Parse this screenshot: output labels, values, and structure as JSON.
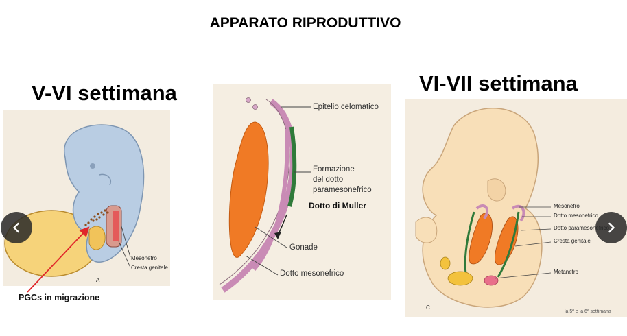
{
  "title": "APPARATO RIPRODUTTIVO",
  "headings": {
    "left": "V-VI settimana",
    "right": "VI-VII settimana"
  },
  "left_figure": {
    "labels": {
      "mesonefro": "Mesonefro",
      "cresta": "Cresta genitale",
      "letter": "A"
    },
    "annotation": "PGCs in migrazione"
  },
  "middle_figure": {
    "labels": {
      "epitelio": "Epitelio celomatico",
      "formazione1": "Formazione",
      "formazione2": "del dotto",
      "formazione3": "paramesonefrico",
      "muller": "Dotto di Muller",
      "gonade": "Gonade",
      "mesonefrico": "Dotto mesonefrico"
    }
  },
  "right_figure": {
    "labels": {
      "mesonefro": "Mesonefro",
      "dotto_mesonefrico": "Dotto mesonefrico",
      "dotto_paramesonefrico": "Dotto paramesonefrico",
      "cresta": "Cresta genitale",
      "metanefro": "Metanefro",
      "letter": "C",
      "caption": "la 5ª e la 6ª settimana"
    }
  },
  "navigation": {
    "prev_icon": "chevron-left-icon",
    "next_icon": "chevron-right-icon"
  },
  "colors": {
    "arrow": "#e0262a",
    "gonad": "#f07a25",
    "duct": "#c98bb5",
    "muller": "#2f7a3a"
  }
}
